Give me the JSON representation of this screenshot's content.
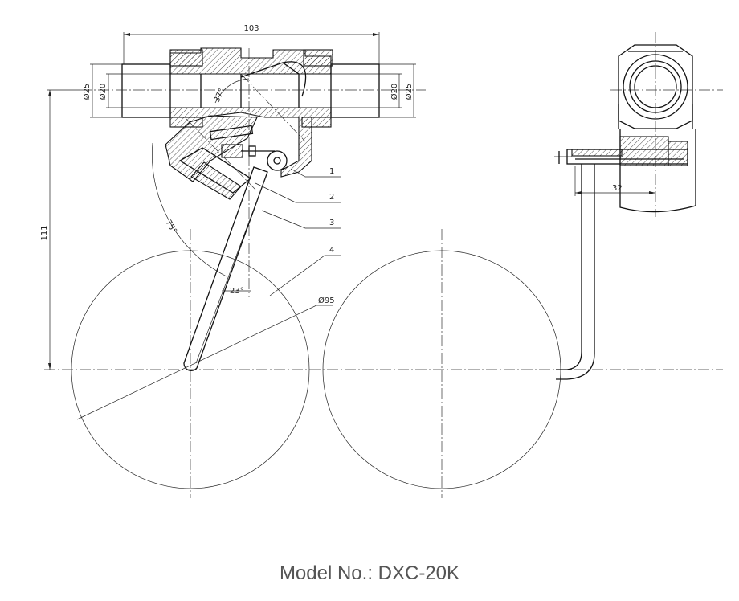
{
  "dimensions": {
    "overall_length": "103",
    "left_outer_dia": "Ø25",
    "left_inner_dia": "Ø20",
    "right_inner_dia": "Ø20",
    "right_outer_dia": "Ø25",
    "height": "111",
    "float_dia": "Ø95",
    "side_offset": "32"
  },
  "angles": {
    "valve_angle": "37°",
    "arm_swing": "75°",
    "arm_tilt": "23°"
  },
  "callouts": [
    "1",
    "2",
    "3",
    "4"
  ],
  "caption": {
    "model_label": "Model No.:",
    "model_value": "DXC-20K"
  }
}
